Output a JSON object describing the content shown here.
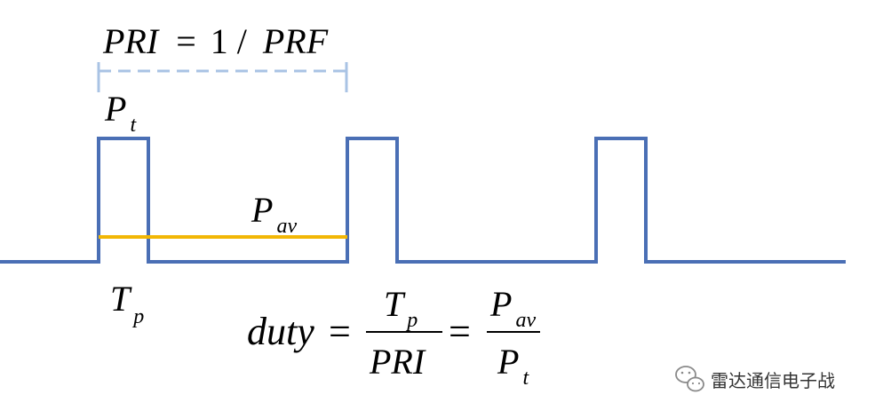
{
  "formulas": {
    "pri": {
      "lhs": "PRI",
      "eq": "=",
      "num": "1",
      "slash": "/",
      "rhs": "PRF"
    },
    "duty": {
      "lhs": "duty",
      "eq1": "=",
      "frac1_num_main": "T",
      "frac1_num_sub": "p",
      "frac1_den": "PRI",
      "eq2": "=",
      "frac2_num_main": "P",
      "frac2_num_sub": "av",
      "frac2_den_main": "P",
      "frac2_den_sub": "t"
    }
  },
  "labels": {
    "peak_power": {
      "main": "P",
      "sub": "t"
    },
    "avg_power": {
      "main": "P",
      "sub": "av"
    },
    "pulse_width": {
      "main": "T",
      "sub": "p"
    }
  },
  "watermark": {
    "text": "雷达通信电子战",
    "icon": "wechat-icon"
  },
  "colors": {
    "pulse": "#4a6fb5",
    "average": "#f2b705",
    "pri_bracket": "#a9c3e4",
    "text": "#000000"
  }
}
